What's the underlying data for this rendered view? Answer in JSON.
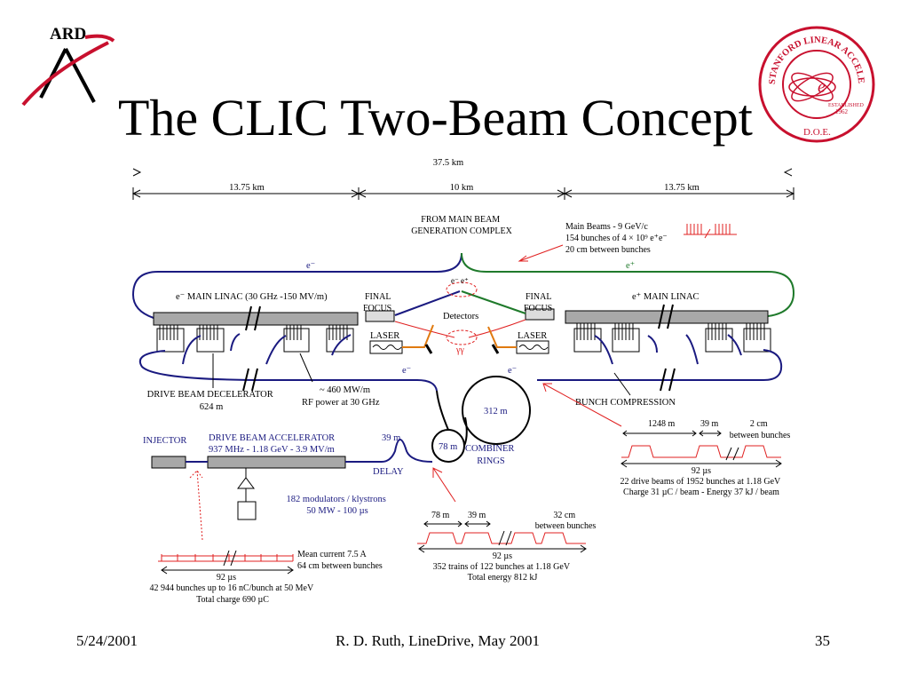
{
  "slide": {
    "title": "The CLIC Two-Beam Concept",
    "footer": {
      "date": "5/24/2001",
      "author": "R. D. Ruth, LineDrive, May 2001",
      "page": "35"
    },
    "logos": {
      "ard": {
        "text": "ARD",
        "color": "#c8102e"
      },
      "slac": {
        "ring_text": "STANFORD LINEAR ACCELERATOR CENTER",
        "established": "ESTABLISHED",
        "year": "1962",
        "agency": "D.O.E.",
        "color": "#c8102e"
      }
    }
  },
  "diagram": {
    "colors": {
      "electron": "#1a1a80",
      "positron": "#1f7a2b",
      "annotation": "#e02020",
      "laser": "#e07a10",
      "linac": "#a8a8a8"
    },
    "dimensions": {
      "total": "37.5  km",
      "left": "13.75 km",
      "center": "10 km",
      "right": "13.75 km"
    },
    "labels": {
      "from_main": [
        "FROM MAIN BEAM",
        "GENERATION COMPLEX"
      ],
      "main_beams": [
        "Main Beams - 9 GeV/c",
        "154 bunches of 4 × 10⁹ e⁺e⁻",
        "20 cm between bunches"
      ],
      "e_minus": "e⁻",
      "e_plus": "e⁺",
      "e_pair": "e⁻ e⁺",
      "em_linac": "e⁻ MAIN LINAC (30 GHz -150 MV/m)",
      "ep_linac": "e⁺ MAIN LINAC",
      "final": "FINAL",
      "focus": "FOCUS",
      "detectors": "Detectors",
      "laser": "LASER",
      "yy": "γγ",
      "drive_decel": "DRIVE BEAM DECELERATOR",
      "drive_decel_len": "624 m",
      "rf_power": [
        "~ 460 MW/m",
        "RF power at 30 GHz"
      ],
      "bunch_compression": "BUNCH COMPRESSION",
      "ring312": "312 m",
      "ring78": "78 m",
      "combiner": [
        "COMBINER",
        "RINGS"
      ],
      "injector": "INJECTOR",
      "drive_accel": [
        "DRIVE BEAM ACCELERATOR",
        "937 MHz - 1.18 GeV - 3.9 MV/m"
      ],
      "delay_len": "39 m",
      "delay": "DELAY",
      "modulators": [
        "182 modulators / klystrons",
        "50 MW - 100 µs"
      ],
      "right_pulse": {
        "a": "1248 m",
        "b": "39 m",
        "c": [
          "2 cm",
          "between bunches"
        ],
        "d": "92 µs",
        "e": [
          "22 drive beams of 1952 bunches at 1.18 GeV",
          "Charge 31 µC / beam - Energy 37 kJ / beam"
        ]
      },
      "mid_pulse": {
        "a": "78 m",
        "b": "39 m",
        "c": [
          "32 cm",
          "between bunches"
        ],
        "d": "92 µs",
        "e": [
          "352  trains of 122 bunches at 1.18 GeV",
          "Total energy 812  kJ"
        ]
      },
      "left_pulse": {
        "a": [
          "Mean current 7.5 A",
          "64 cm between bunches"
        ],
        "d": "92 µs",
        "e": [
          "42 944 bunches up to 16 nC/bunch at 50 MeV",
          "Total charge 690 µC"
        ]
      }
    }
  }
}
